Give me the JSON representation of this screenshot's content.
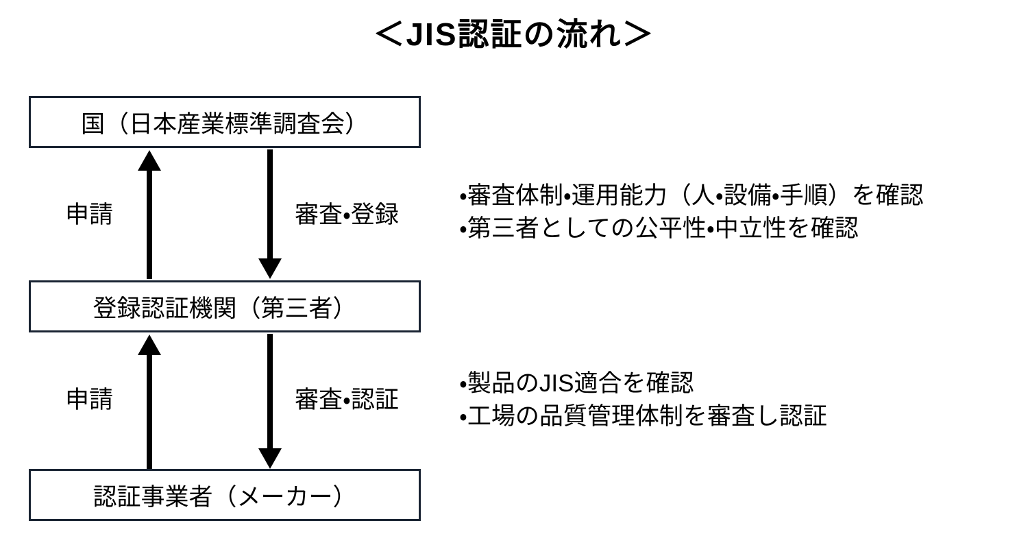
{
  "title": "＜JIS認証の流れ＞",
  "nodes": [
    {
      "id": "government",
      "label": "国（日本産業標準調査会）"
    },
    {
      "id": "certification-body",
      "label": "登録認証機関（第三者）"
    },
    {
      "id": "manufacturer",
      "label": "認証事業者（メーカー）"
    }
  ],
  "flows": [
    {
      "from": "certification-body",
      "to": "government",
      "up_label": "申請",
      "down_label": "審査・登録"
    },
    {
      "from": "manufacturer",
      "to": "certification-body",
      "up_label": "申請",
      "down_label": "審査・認証"
    }
  ],
  "notes": [
    {
      "lines": [
        "・審査体制・運用能力（人・設備・手順）を確認",
        "・第三者としての公平性・中立性を確認"
      ]
    },
    {
      "lines": [
        "・製品のJIS適合を確認",
        "・工場の品質管理体制を審査し認証"
      ]
    }
  ],
  "colors": {
    "background": "#ffffff",
    "box_border": "#1a2433",
    "text": "#000000",
    "arrow": "#000000"
  }
}
